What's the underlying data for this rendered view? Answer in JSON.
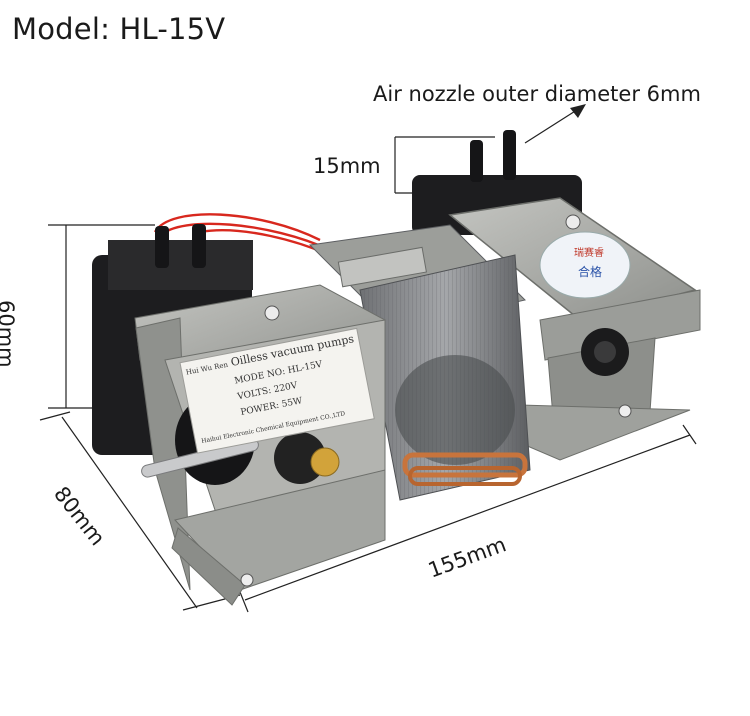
{
  "title": "Model: HL-15V",
  "dimensions": {
    "nozzle_note": "Air nozzle outer diameter 6mm",
    "nozzle_height": "15mm",
    "height": "60mm",
    "depth": "80mm",
    "length": "155mm"
  },
  "nameplate": {
    "brand": "Hui Wu Ren",
    "heading": "Oilless vacuum pumps",
    "model": "MODE NO: HL-15V",
    "volts": "VOLTS: 220V",
    "power": "POWER: 55W",
    "maker": "Haihui Electronic Chemical Equipment CO.,LTD"
  },
  "sticker": {
    "line1": "瑞赛睿",
    "line2": "合格"
  },
  "colors": {
    "aluminum": "#a9aaa6",
    "aluminum_dark": "#7d7f7b",
    "housing_black": "#1d1d1f",
    "coil_copper": "#c8743c",
    "wire_red": "#d8281e",
    "stator_steel": "#8a8c8f"
  }
}
